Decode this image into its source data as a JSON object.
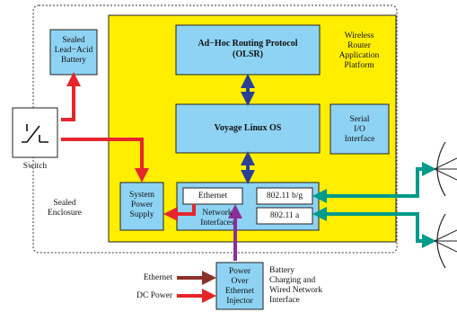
{
  "enclosure": {
    "label": "Sealed\nEnclosure"
  },
  "platform": {
    "label": "Wireless\nRouter\nApplication\nPlatform"
  },
  "battery": {
    "label": "Sealed\nLead−Acid\nBattery"
  },
  "olsr": {
    "label": "Ad−Hoc Routing Protocol\n(OLSR)"
  },
  "voyage": {
    "label": "Voyage Linux OS"
  },
  "serial": {
    "label": "Serial\nI/O\nInterface"
  },
  "power_supply": {
    "label": "System\nPower\nSupply"
  },
  "network": {
    "label": "Network\nInterfaces",
    "ethernet": "Ethernet",
    "wifi_bg": "802.11 b/g",
    "wifi_a": "802.11 a"
  },
  "switch": {
    "label": "Switch"
  },
  "poe": {
    "label": "Power\nOver\nEthernet\nInjector"
  },
  "inputs": {
    "ethernet": "Ethernet",
    "dc_power": "DC Power"
  },
  "poe_note": {
    "label": "Battery\nCharging and\nWired Network\nInterface"
  },
  "colors": {
    "yellow": "#ffee00",
    "blue_box": "#8ed3f4",
    "red": "#e5262b",
    "navy": "#2a3f95",
    "teal": "#009a8a",
    "brown": "#8b3228",
    "purple": "#8a2f9a"
  }
}
